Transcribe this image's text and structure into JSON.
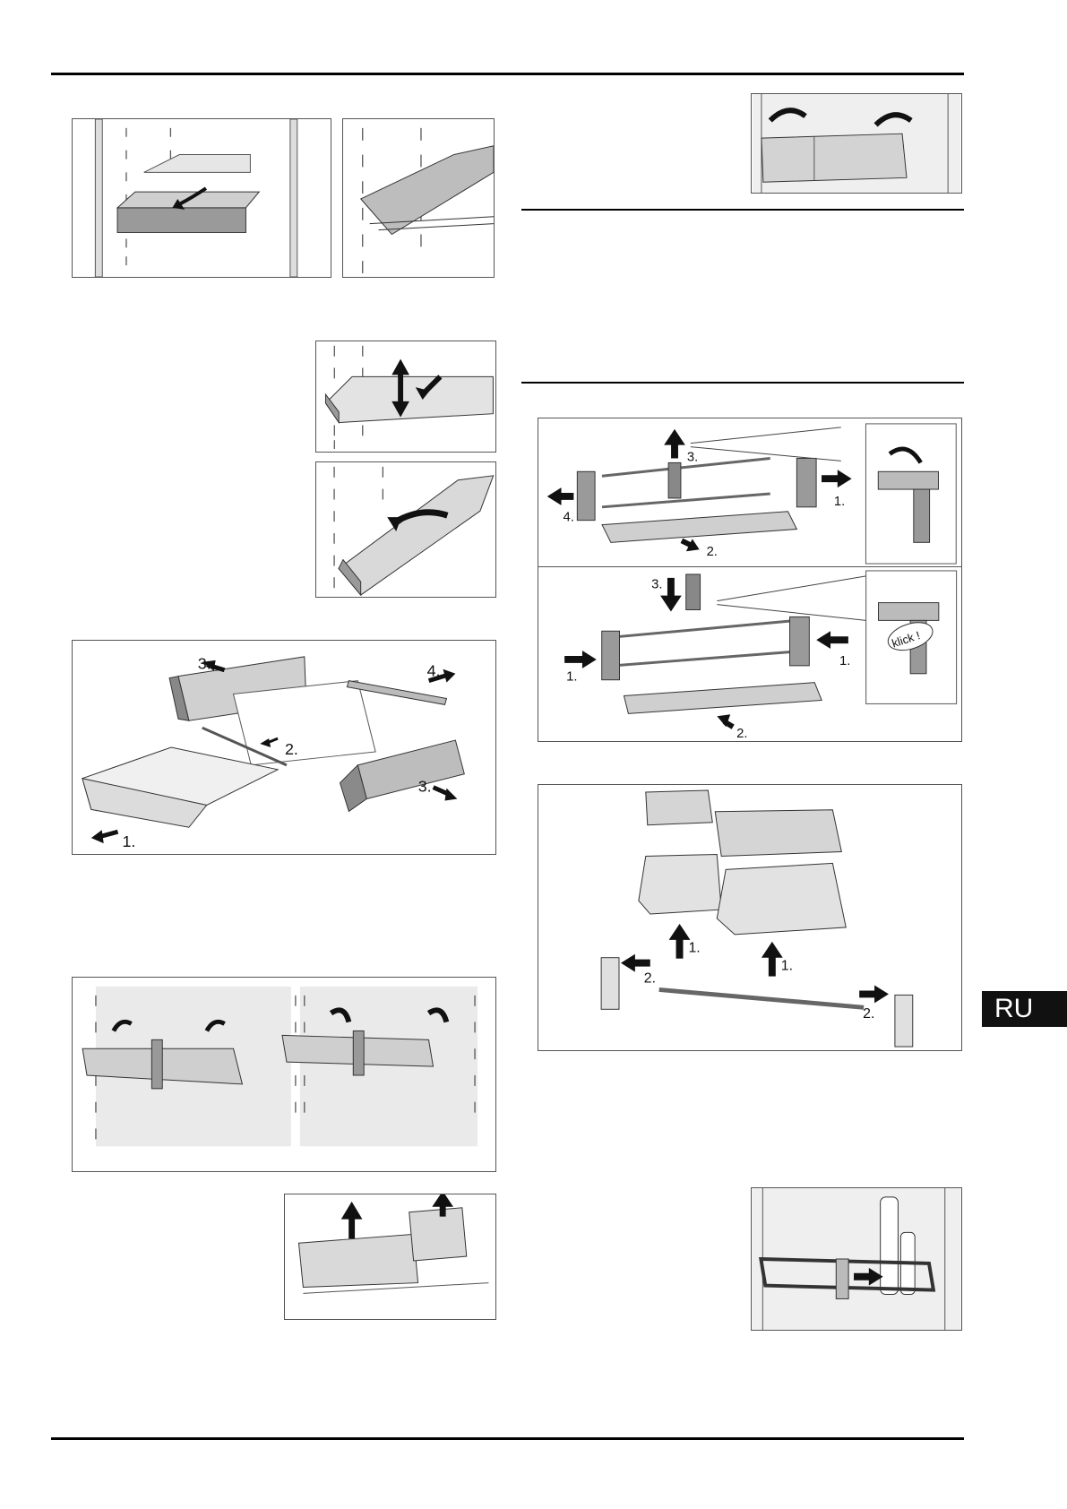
{
  "language_tab": "RU",
  "figures": {
    "drawer_rail": {},
    "shelf_lift": {},
    "shelf_tilt": {},
    "drawer_exploded": {
      "steps": [
        "1.",
        "2.",
        "3.",
        "3.",
        "4."
      ]
    },
    "door_rack_mount": {},
    "door_boxes_lift": {},
    "door_rack_top": {},
    "rack_disassembly": {
      "steps": [
        "3.",
        "1.",
        "4.",
        "2."
      ]
    },
    "rack_assembly": {
      "steps": [
        "3.",
        "1.",
        "1.",
        "2."
      ],
      "klick": "klick !"
    },
    "door_boxes_parts": {
      "steps": [
        "2.",
        "1.",
        "1.",
        "2."
      ]
    },
    "bottle_holder": {}
  }
}
